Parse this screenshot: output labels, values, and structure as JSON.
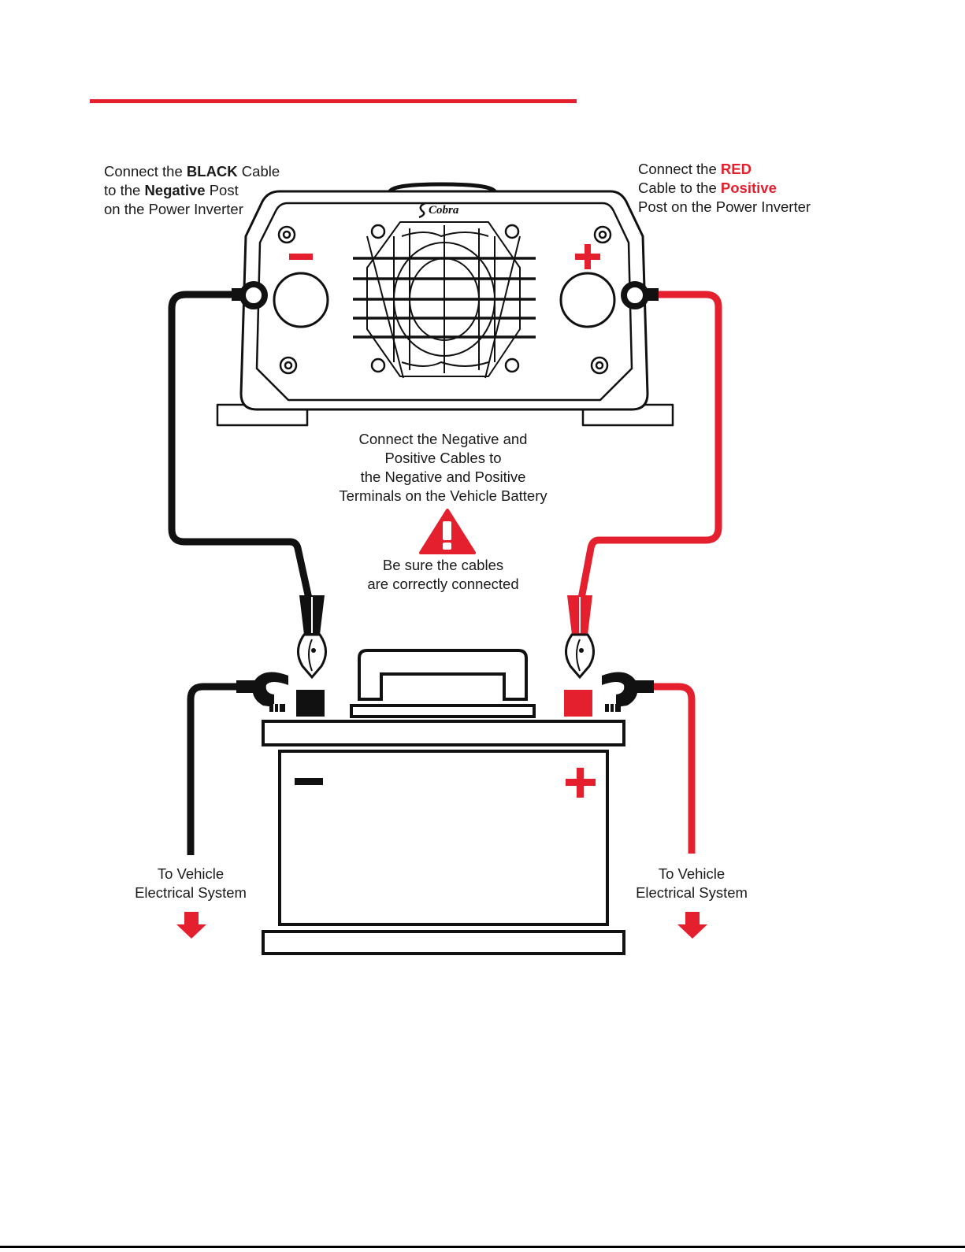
{
  "colors": {
    "accent_red": "#e5202e",
    "cable_black": "#111111",
    "outline": "#111111"
  },
  "brand": {
    "logo_text": "Cobra"
  },
  "symbols": {
    "negative": "−",
    "positive": "+",
    "warning": "!"
  },
  "labels": {
    "black_cable": {
      "line1_pre": "Connect the ",
      "line1_bold": "BLACK",
      "line1_post": " Cable",
      "line2_pre": "to the ",
      "line2_bold": "Negative",
      "line2_post": " Post",
      "line3": "on the Power Inverter"
    },
    "red_cable": {
      "line1_pre": "Connect the ",
      "line1_bold": "RED",
      "line2_pre": "Cable to the ",
      "line2_bold": "Positive",
      "line3": "Post on the Power Inverter"
    },
    "battery_connect": {
      "line1": "Connect the Negative and",
      "line2": "Positive Cables to",
      "line3": "the Negative and Positive",
      "line4": "Terminals on the Vehicle Battery"
    },
    "warning": {
      "line1": "Be sure the cables",
      "line2": "are correctly connected"
    },
    "vehicle_left": {
      "line1": "To Vehicle",
      "line2": "Electrical System"
    },
    "vehicle_right": {
      "line1": "To Vehicle",
      "line2": "Electrical System"
    }
  }
}
